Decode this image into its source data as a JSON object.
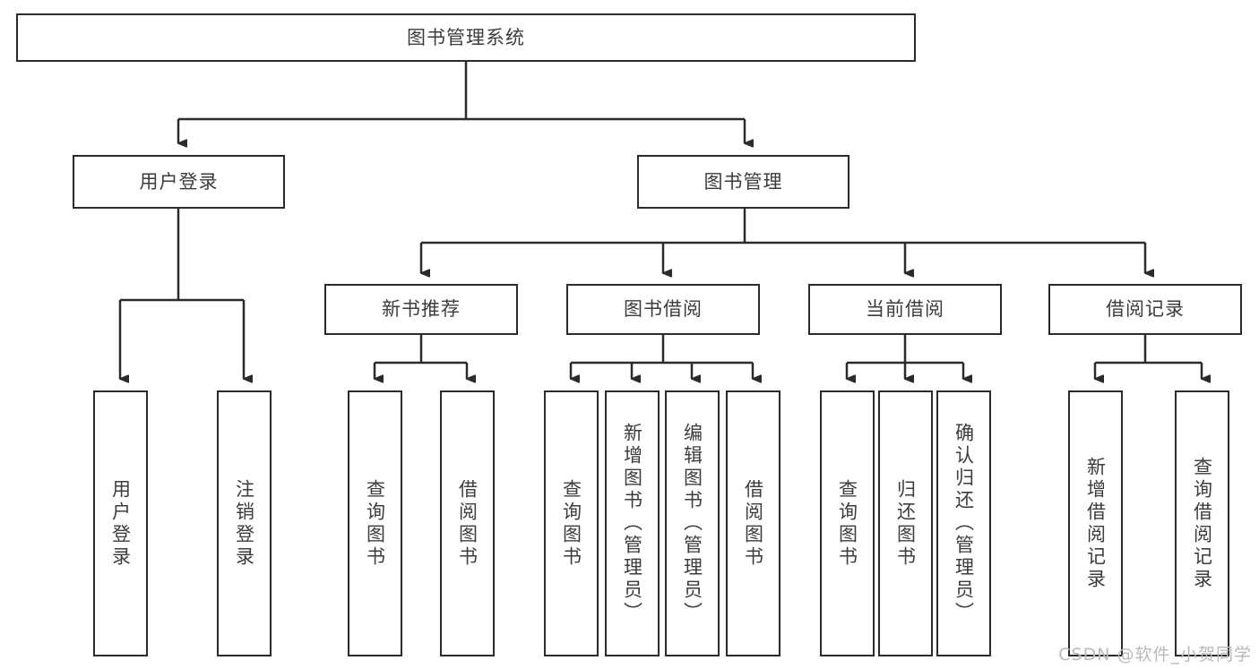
{
  "diagram": {
    "title_text": "图书管理系统",
    "type": "tree-hierarchy-diagram",
    "watermark": "CSDN @软件_小贺同学",
    "colors": {
      "stroke": "#2b2b2b",
      "box_fill": "#ffffff",
      "text": "#3c3c3c",
      "watermark": "#b9b9b9",
      "background": "#ffffff"
    },
    "root": {
      "label": "图书管理系统"
    },
    "level2": [
      {
        "label": "用户登录"
      },
      {
        "label": "图书管理"
      }
    ],
    "level3": [
      {
        "label": "新书推荐"
      },
      {
        "label": "图书借阅"
      },
      {
        "label": "当前借阅"
      },
      {
        "label": "借阅记录"
      }
    ],
    "leaves": {
      "user_login": [
        {
          "label": "用户登录"
        },
        {
          "label": "注销登录"
        }
      ],
      "new_book_recommend": [
        {
          "label": "查询图书"
        },
        {
          "label": "借阅图书"
        }
      ],
      "book_borrow": [
        {
          "label": "查询图书"
        },
        {
          "label": "新增图书（管理员）"
        },
        {
          "label": "编辑图书（管理员）"
        },
        {
          "label": "借阅图书"
        }
      ],
      "current_borrow": [
        {
          "label": "查询图书"
        },
        {
          "label": "归还图书"
        },
        {
          "label": "确认归还（管理员）"
        }
      ],
      "borrow_record": [
        {
          "label": "新增借阅记录"
        },
        {
          "label": "查询借阅记录"
        }
      ]
    }
  }
}
